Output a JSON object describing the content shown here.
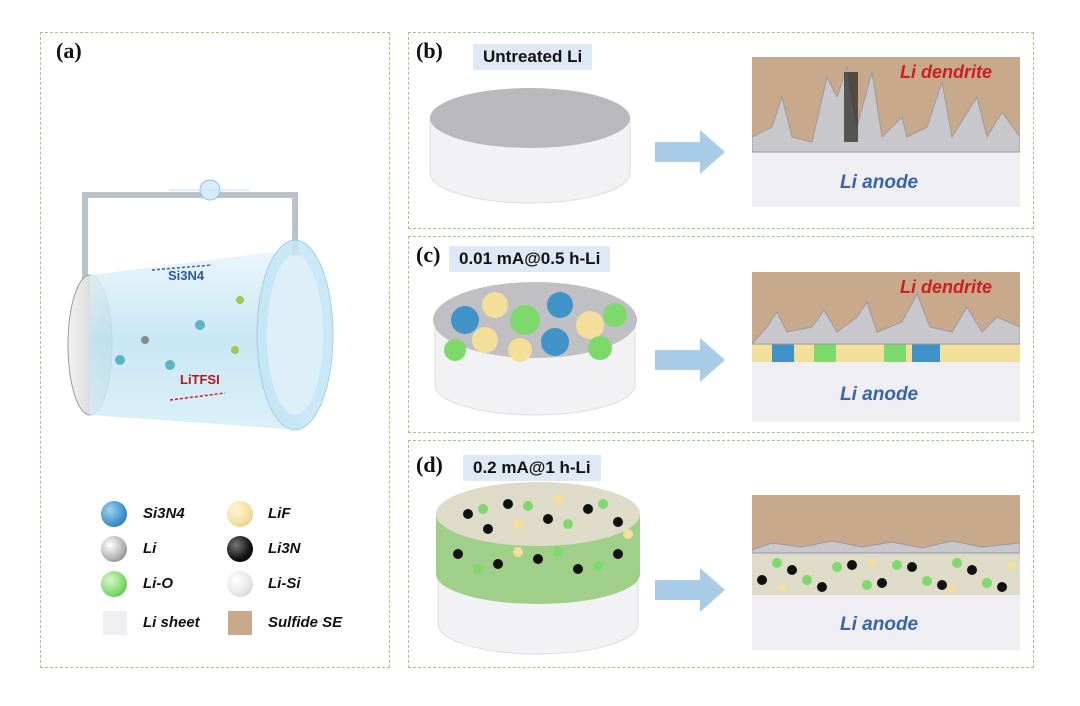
{
  "panels": {
    "a": {
      "label": "(a)"
    },
    "b": {
      "label": "(b)",
      "chip": "Untreated Li",
      "top_label": "Li dendrite",
      "bottom_label": "Li anode"
    },
    "c": {
      "label": "(c)",
      "chip": "0.01 mA@0.5 h-Li",
      "top_label": "Li dendrite",
      "bottom_label": "Li anode"
    },
    "d": {
      "label": "(d)",
      "chip": "0.2 mA@1 h-Li",
      "bottom_label": "Li anode"
    }
  },
  "drum": {
    "si3n4_label": "Si3N4",
    "litfsi_label": "LiTFSI"
  },
  "legend": {
    "si3n4": "Si3N4",
    "lif": "LiF",
    "li": "Li",
    "li3n": "Li3N",
    "lio": "Li-O",
    "lisi": "Li-Si",
    "lisheet": "Li sheet",
    "sulfide": "Sulfide SE"
  },
  "colors": {
    "panel_border": "#9ccc7a",
    "chip_bg": "#dfe9f5",
    "dendrite_label": "#cc1f1f",
    "anode_label": "#3a64a8",
    "si3n4": "#3f93c9",
    "lif": "#f3df9a",
    "lio": "#7ed96b",
    "li3n": "#111111",
    "lisheet": "#eeeef3",
    "sulfide": "#c9a98c"
  }
}
